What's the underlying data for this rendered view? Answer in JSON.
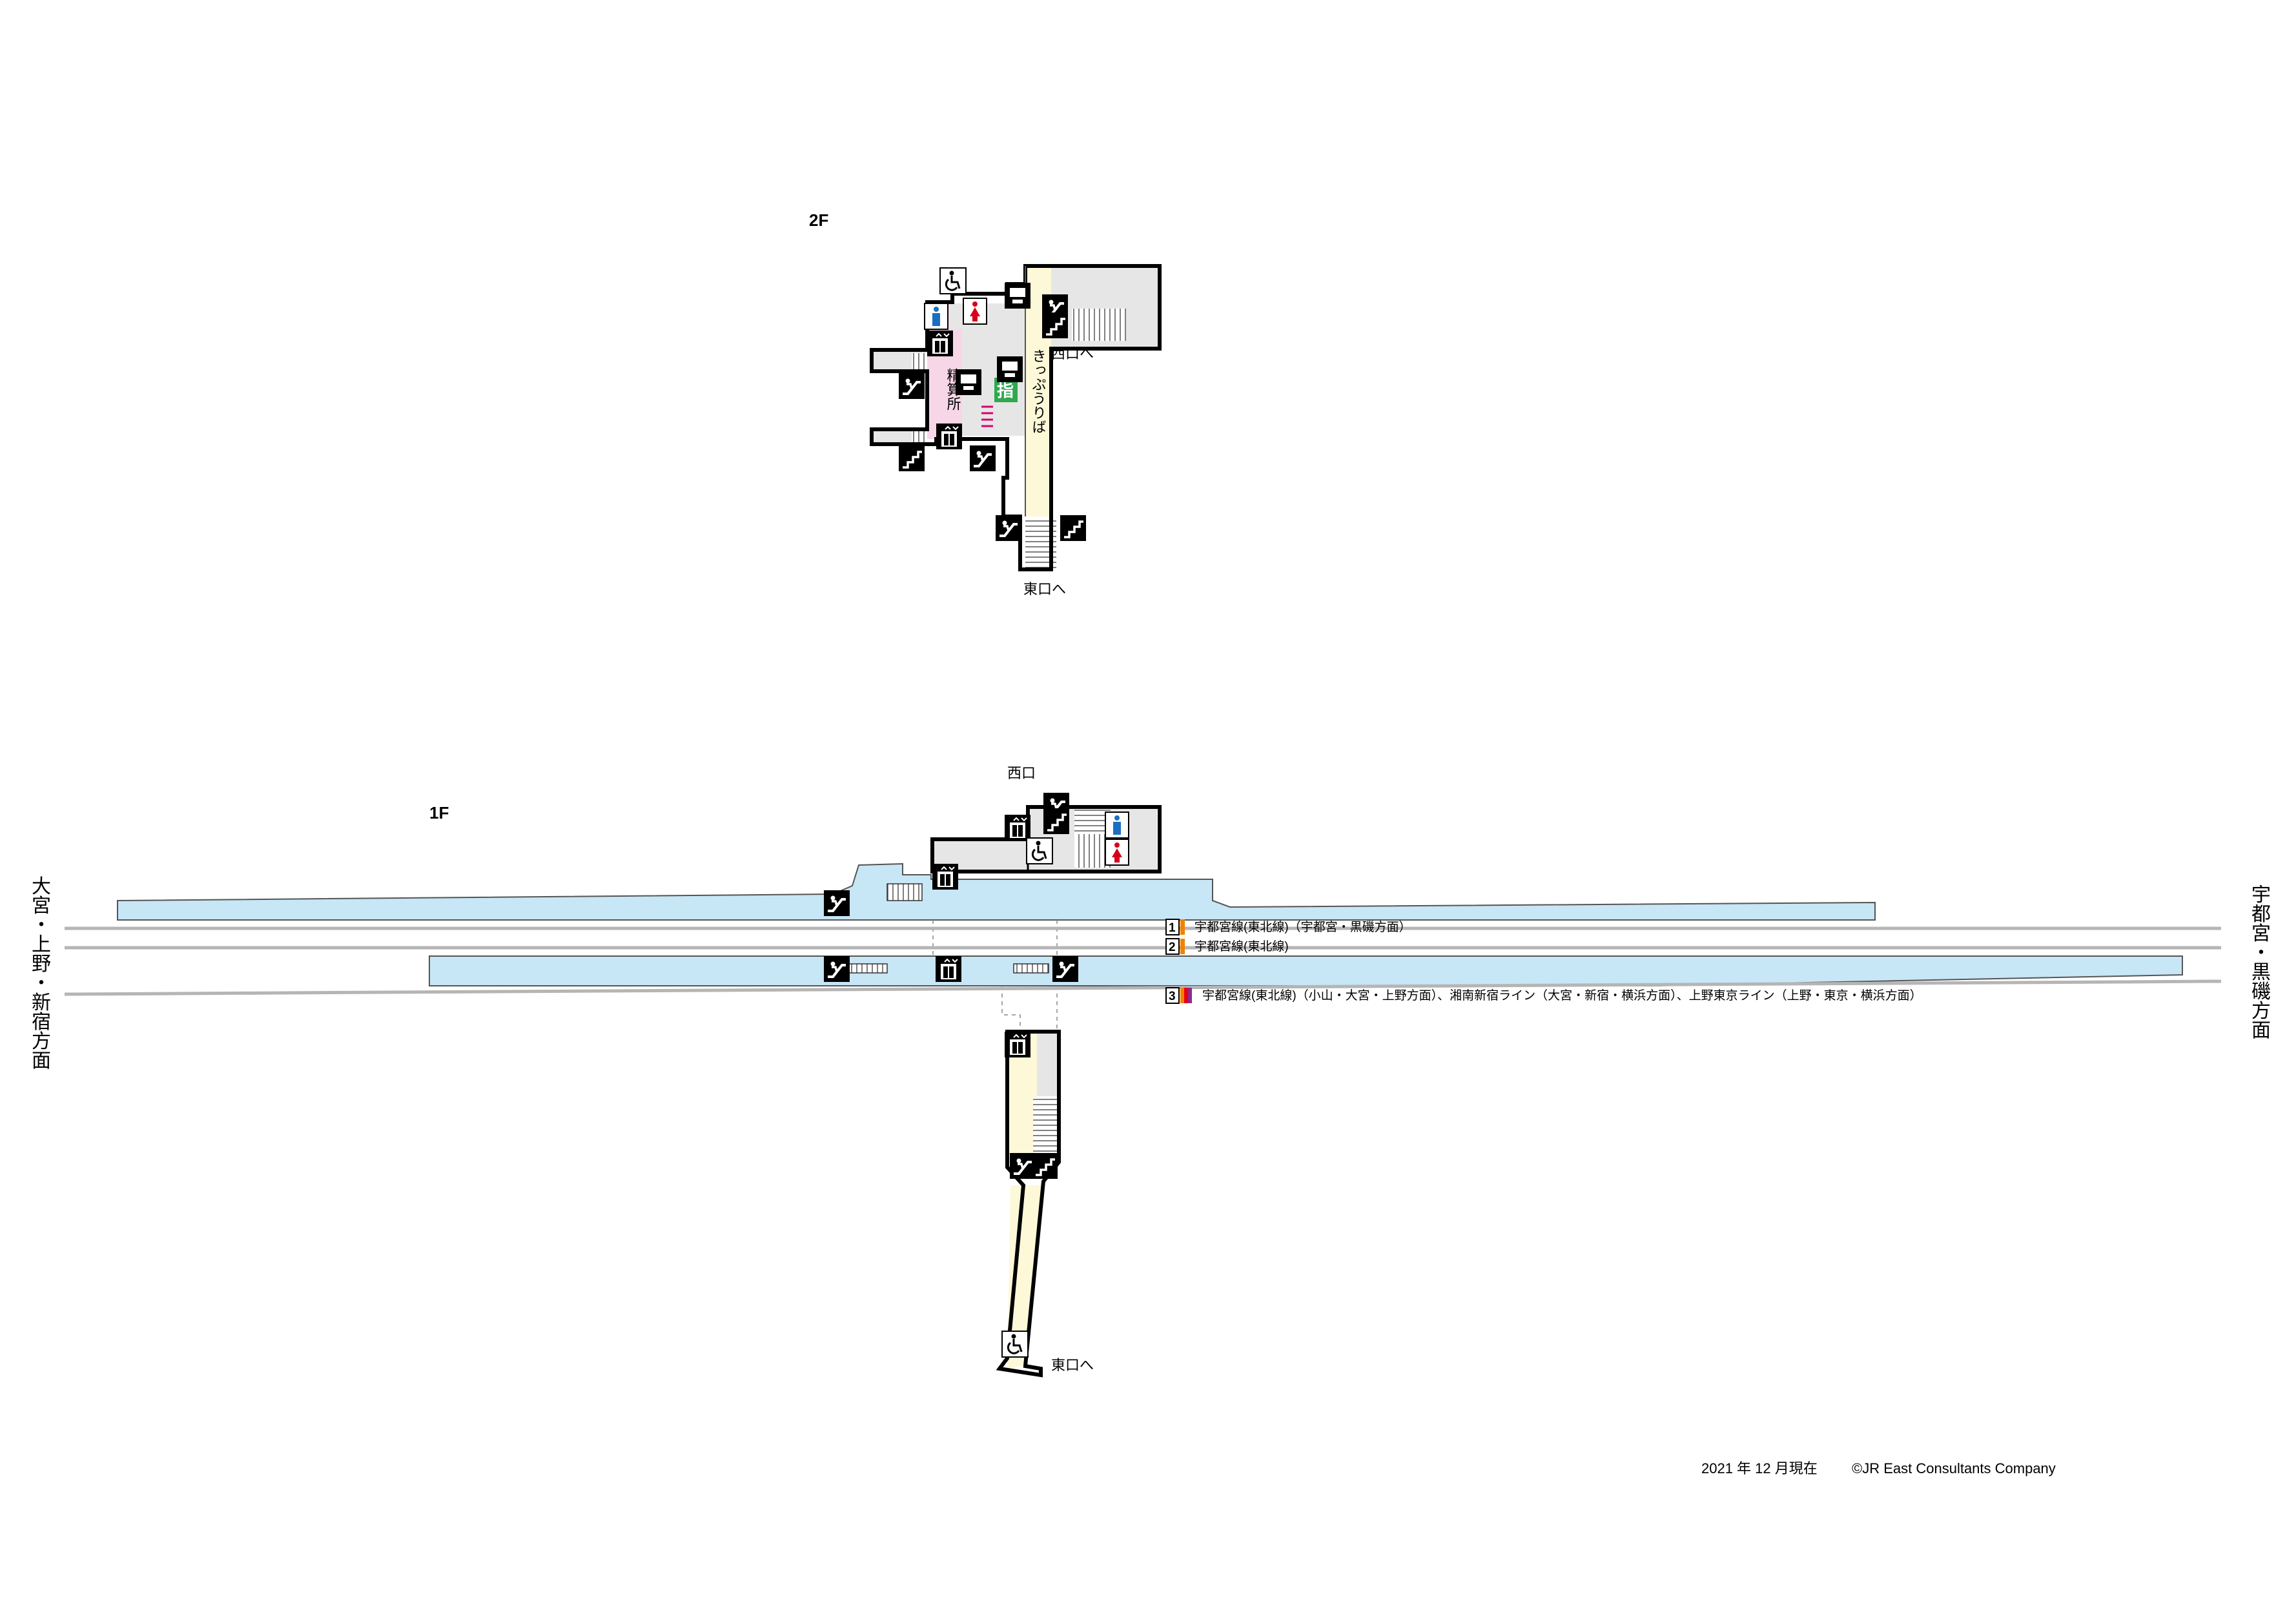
{
  "floors": {
    "upper_label": "2F",
    "lower_label": "1F"
  },
  "upper_floor": {
    "concourse_label": "きっぷうりば",
    "fare_adjust_label": "精算所",
    "reserved_ticket_symbol": "指",
    "west_exit_link": "西口へ",
    "east_exit_link": "東口へ"
  },
  "lower_floor": {
    "west_exit": "西口",
    "east_exit_link": "東口へ"
  },
  "directions": {
    "left": [
      "大",
      "宮",
      "・",
      "上",
      "野",
      "・",
      "新",
      "宿",
      "方",
      "面"
    ],
    "right": [
      "宇",
      "都",
      "宮",
      "・",
      "黒",
      "磯",
      "方",
      "面"
    ]
  },
  "tracks": [
    {
      "number": "1",
      "description": "宇都宮線(東北線)（宇都宮・黒磯方面）",
      "colors": [
        "#f08300"
      ]
    },
    {
      "number": "2",
      "description": "宇都宮線(東北線)",
      "colors": [
        "#f08300"
      ]
    },
    {
      "number": "3",
      "description": "宇都宮線(東北線)（小山・大宮・上野方面）、湘南新宿ライン（大宮・新宿・横浜方面）、上野東京ライン（上野・東京・横浜方面）",
      "colors": [
        "#f08300",
        "#e60012",
        "#8b2c8b"
      ]
    }
  ],
  "colors": {
    "platform": "#c7e6f6",
    "concourse_yellow": "#fdf8d8",
    "paid_area_pink": "#f7d6e8",
    "gray_area": "#e6e6e6",
    "reserved_green": "#2fa84f",
    "male_blue": "#1a6fc0",
    "female_red": "#d6001c"
  },
  "footer": {
    "date": "2021 年 12 月現在",
    "copyright": "©JR East Consultants Company"
  }
}
